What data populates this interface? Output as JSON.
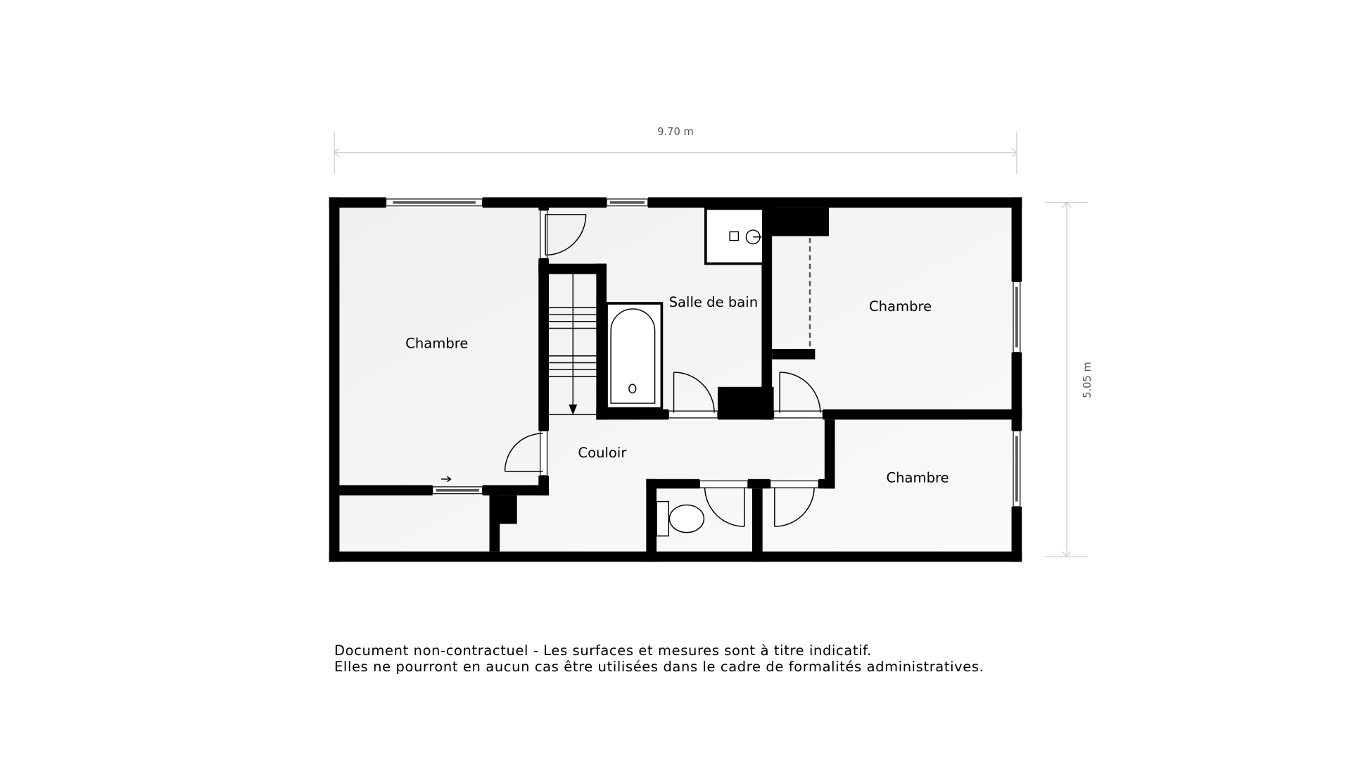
{
  "dimensions": {
    "width": "9.70 m",
    "height": "5.05 m"
  },
  "rooms": [
    {
      "label": "Chambre"
    },
    {
      "label": "Salle de bain"
    },
    {
      "label": "Chambre"
    },
    {
      "label": "Couloir"
    },
    {
      "label": "Chambre"
    }
  ],
  "disclaimer": {
    "line1": "Document non-contractuel - Les surfaces et mesures sont à titre indicatif.",
    "line2": "Elles ne pourront en aucun cas être utilisées dans le cadre de formalités administratives."
  },
  "colors": {
    "wall": "#000000",
    "floor": "#f3f3f3",
    "dimension": "#cccccc"
  }
}
